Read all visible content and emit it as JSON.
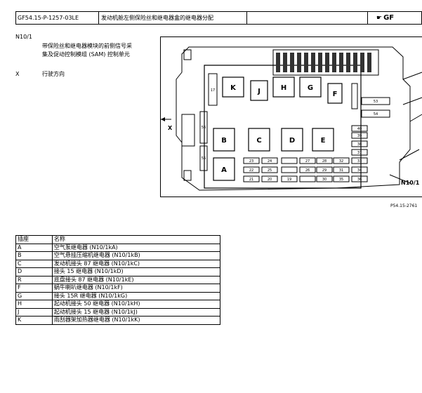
{
  "header": {
    "doc_id": "GF54.15-P-1257-03LE",
    "title": "发动机舱左侧保险丝和继电器盒的继电器分配",
    "gf_label": "GF"
  },
  "legend": [
    {
      "key": "N10/1",
      "desc_line1": "带保险丝和继电器模块的前侧信号采",
      "desc_line2": "集及促动控制模组 (SAM) 控制单元"
    },
    {
      "key": "X",
      "desc_line1": "行驶方向",
      "desc_line2": ""
    }
  ],
  "diagram": {
    "relays": [
      "A",
      "B",
      "C",
      "D",
      "E",
      "F",
      "G",
      "H",
      "J",
      "K"
    ],
    "fuse_labels": {
      "row1": [
        "23",
        "24",
        "27",
        "28",
        "32",
        "33"
      ],
      "row2": [
        "22",
        "25",
        "26",
        "29",
        "31",
        "34"
      ],
      "row3": [
        "21",
        "20",
        "19",
        "30",
        "35",
        "36"
      ],
      "side_small": [
        "40",
        "39",
        "38",
        "37"
      ],
      "long1": "53",
      "long2": "54",
      "vert": [
        "17",
        "56",
        "55"
      ]
    },
    "callout": "N10/1",
    "direction": "X"
  },
  "figure_ref": "P54.15-2761",
  "table": {
    "headers": [
      "插座",
      "名称"
    ],
    "rows": [
      [
        "A",
        "空气泵继电器 (N10/1kA)"
      ],
      [
        "B",
        "空气悬挂压缩机继电器 (N10/1kB)"
      ],
      [
        "C",
        "发动机接头 87 继电器 (N10/1kC)"
      ],
      [
        "D",
        "接头 15 继电器 (N10/1kD)"
      ],
      [
        "R",
        "底盘接头 87 继电器 (N10/1kE)"
      ],
      [
        "F",
        "蜗牛喇叭继电器 (N10/1kF)"
      ],
      [
        "G",
        "接头 15R 继电器 (N10/1kG)"
      ],
      [
        "H",
        "起动机接头 50 继电器 (N10/1kH)"
      ],
      [
        "J",
        "起动机接头 15 继电器 (N10/1kJ)"
      ],
      [
        "K",
        "雨刮器架加热器继电器 (N10/1kK)"
      ]
    ]
  }
}
